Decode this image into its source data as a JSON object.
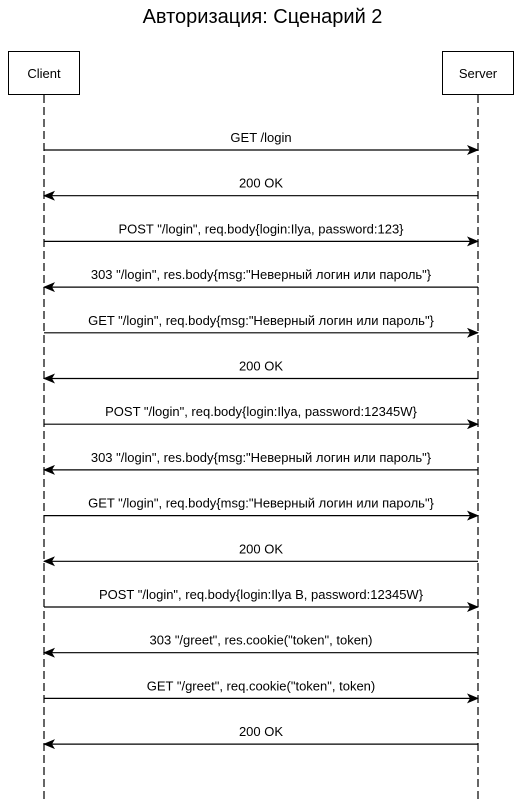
{
  "title": "Авторизация: Сценарий 2",
  "participants": {
    "client": "Client",
    "server": "Server"
  },
  "messages": [
    {
      "from": "client",
      "to": "server",
      "label": "GET /login"
    },
    {
      "from": "server",
      "to": "client",
      "label": "200 OK"
    },
    {
      "from": "client",
      "to": "server",
      "label": "POST \"/login\", req.body{login:Ilya, password:123}"
    },
    {
      "from": "server",
      "to": "client",
      "label": "303 \"/login\", res.body{msg:\"Неверный логин или пароль\"}"
    },
    {
      "from": "client",
      "to": "server",
      "label": "GET \"/login\", req.body{msg:\"Неверный логин или пароль\"}"
    },
    {
      "from": "server",
      "to": "client",
      "label": "200 OK"
    },
    {
      "from": "client",
      "to": "server",
      "label": "POST \"/login\", req.body{login:Ilya, password:12345W}"
    },
    {
      "from": "server",
      "to": "client",
      "label": "303 \"/login\", res.body{msg:\"Неверный логин или пароль\"}"
    },
    {
      "from": "client",
      "to": "server",
      "label": "GET \"/login\", req.body{msg:\"Неверный логин или пароль\"}"
    },
    {
      "from": "server",
      "to": "client",
      "label": "200 OK"
    },
    {
      "from": "client",
      "to": "server",
      "label": "POST \"/login\", req.body{login:Ilya B, password:12345W}"
    },
    {
      "from": "server",
      "to": "client",
      "label": "303 \"/greet\", res.cookie(\"token\", token)"
    },
    {
      "from": "client",
      "to": "server",
      "label": "GET \"/greet\", req.cookie(\"token\", token)"
    },
    {
      "from": "server",
      "to": "client",
      "label": "200 OK"
    }
  ]
}
